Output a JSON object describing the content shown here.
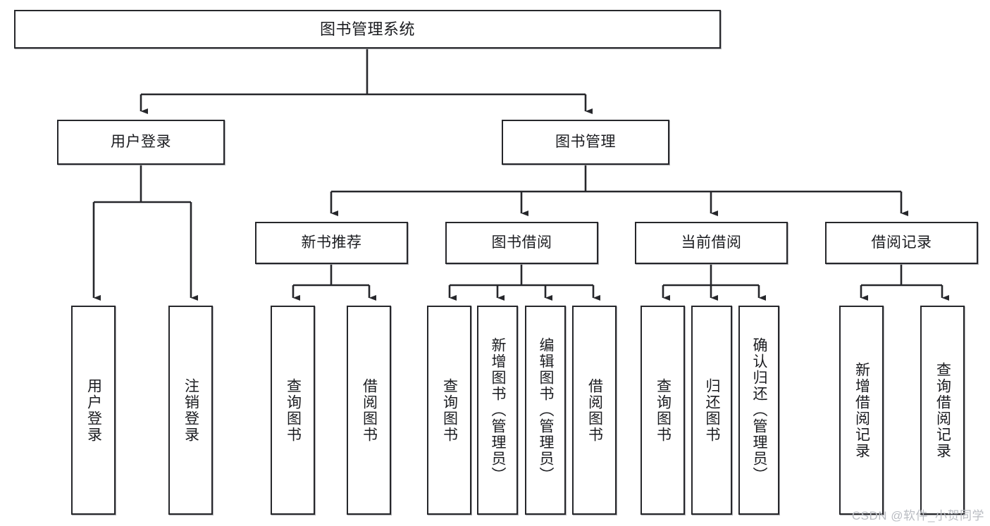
{
  "diagram": {
    "title": "图书管理系统",
    "type": "tree-hierarchy-diagram",
    "watermark": "CSDN @软件_小贺同学",
    "colors": {
      "box_border": "#26272b",
      "box_fill": "#ffffff",
      "edge": "#26272b",
      "text": "#1b1c20",
      "watermark": "#b9bcc2",
      "background": "#ffffff"
    },
    "nodes": {
      "root": {
        "label": "图书管理系统"
      },
      "level2": [
        {
          "id": "user-login",
          "label": "用户登录"
        },
        {
          "id": "book-management",
          "label": "图书管理"
        }
      ],
      "level3": [
        {
          "id": "new-book-recommend",
          "label": "新书推荐"
        },
        {
          "id": "book-borrow",
          "label": "图书借阅"
        },
        {
          "id": "current-borrow",
          "label": "当前借阅"
        },
        {
          "id": "borrow-record",
          "label": "借阅记录"
        }
      ],
      "leaves": [
        {
          "id": "leaf-user-login",
          "label": "用户登录",
          "parent": "user-login"
        },
        {
          "id": "leaf-logout",
          "label": "注销登录",
          "parent": "user-login"
        },
        {
          "id": "leaf-query-book-1",
          "label": "查询图书",
          "parent": "new-book-recommend"
        },
        {
          "id": "leaf-borrow-book-1",
          "label": "借阅图书",
          "parent": "new-book-recommend"
        },
        {
          "id": "leaf-query-book-2",
          "label": "查询图书",
          "parent": "book-borrow"
        },
        {
          "id": "leaf-add-book",
          "label": "新增图书（管理员）",
          "parent": "book-borrow"
        },
        {
          "id": "leaf-edit-book",
          "label": "编辑图书（管理员）",
          "parent": "book-borrow"
        },
        {
          "id": "leaf-borrow-book-2",
          "label": "借阅图书",
          "parent": "book-borrow"
        },
        {
          "id": "leaf-query-book-3",
          "label": "查询图书",
          "parent": "current-borrow"
        },
        {
          "id": "leaf-return-book",
          "label": "归还图书",
          "parent": "current-borrow"
        },
        {
          "id": "leaf-confirm-return",
          "label": "确认归还（管理员）",
          "parent": "current-borrow"
        },
        {
          "id": "leaf-add-record",
          "label": "新增借阅记录",
          "parent": "borrow-record"
        },
        {
          "id": "leaf-query-record",
          "label": "查询借阅记录",
          "parent": "borrow-record"
        }
      ]
    }
  }
}
